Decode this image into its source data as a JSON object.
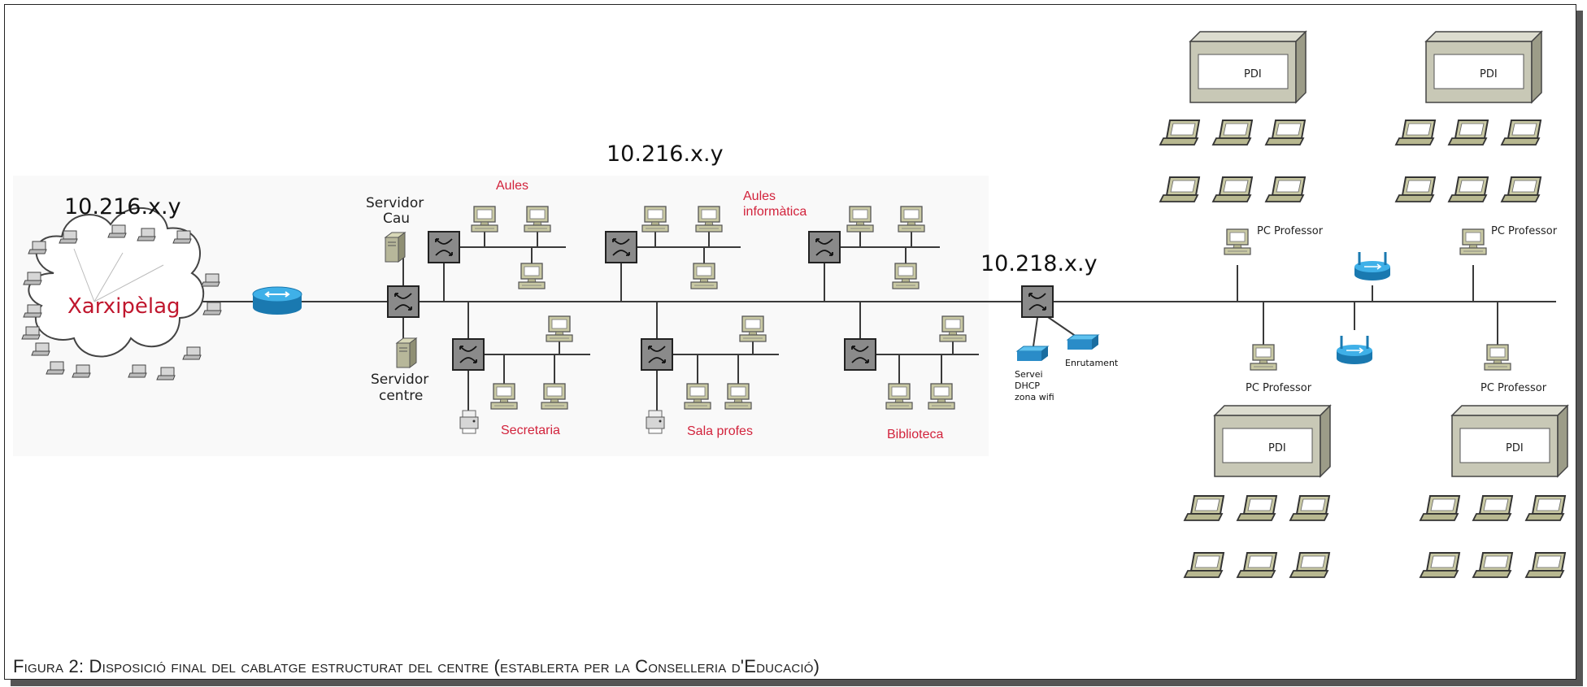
{
  "caption": "Figura 2: Disposició final del cablatge estructurat del centre (establerta per la Conselleria d'Educació)",
  "networks": {
    "xarxipelag_range": "10.216.x.y",
    "center_range": "10.216.x.y",
    "wifi_range": "10.218.x.y"
  },
  "cloud_label": "Xarxipèlag",
  "servers": {
    "cau": "Servidor\nCau",
    "centre": "Servidor\ncentre"
  },
  "areas": {
    "aules": "Aules",
    "aules_informatica": "Aules\ninformàtica",
    "secretaria": "Secretaria",
    "sala_profes": "Sala profes",
    "biblioteca": "Biblioteca"
  },
  "wifi": {
    "dhcp": "Servei\nDHCP\nzona wifi",
    "routing": "Enrutament",
    "pc_professor": "PC Professor",
    "pdi": "PDI"
  },
  "colors": {
    "switch": "#8a8a8a",
    "cable": "#3a3a3a",
    "pc": "#c9c9a4",
    "router": "#2f9dd6",
    "red_label": "#d2233c"
  },
  "icons": {
    "switch": "switch-icon",
    "router": "router-icon",
    "pc": "desktop-pc-icon",
    "laptop": "laptop-icon",
    "server": "server-icon",
    "printer": "printer-icon",
    "access_point": "wifi-access-point-icon",
    "cloud": "cloud-icon"
  }
}
